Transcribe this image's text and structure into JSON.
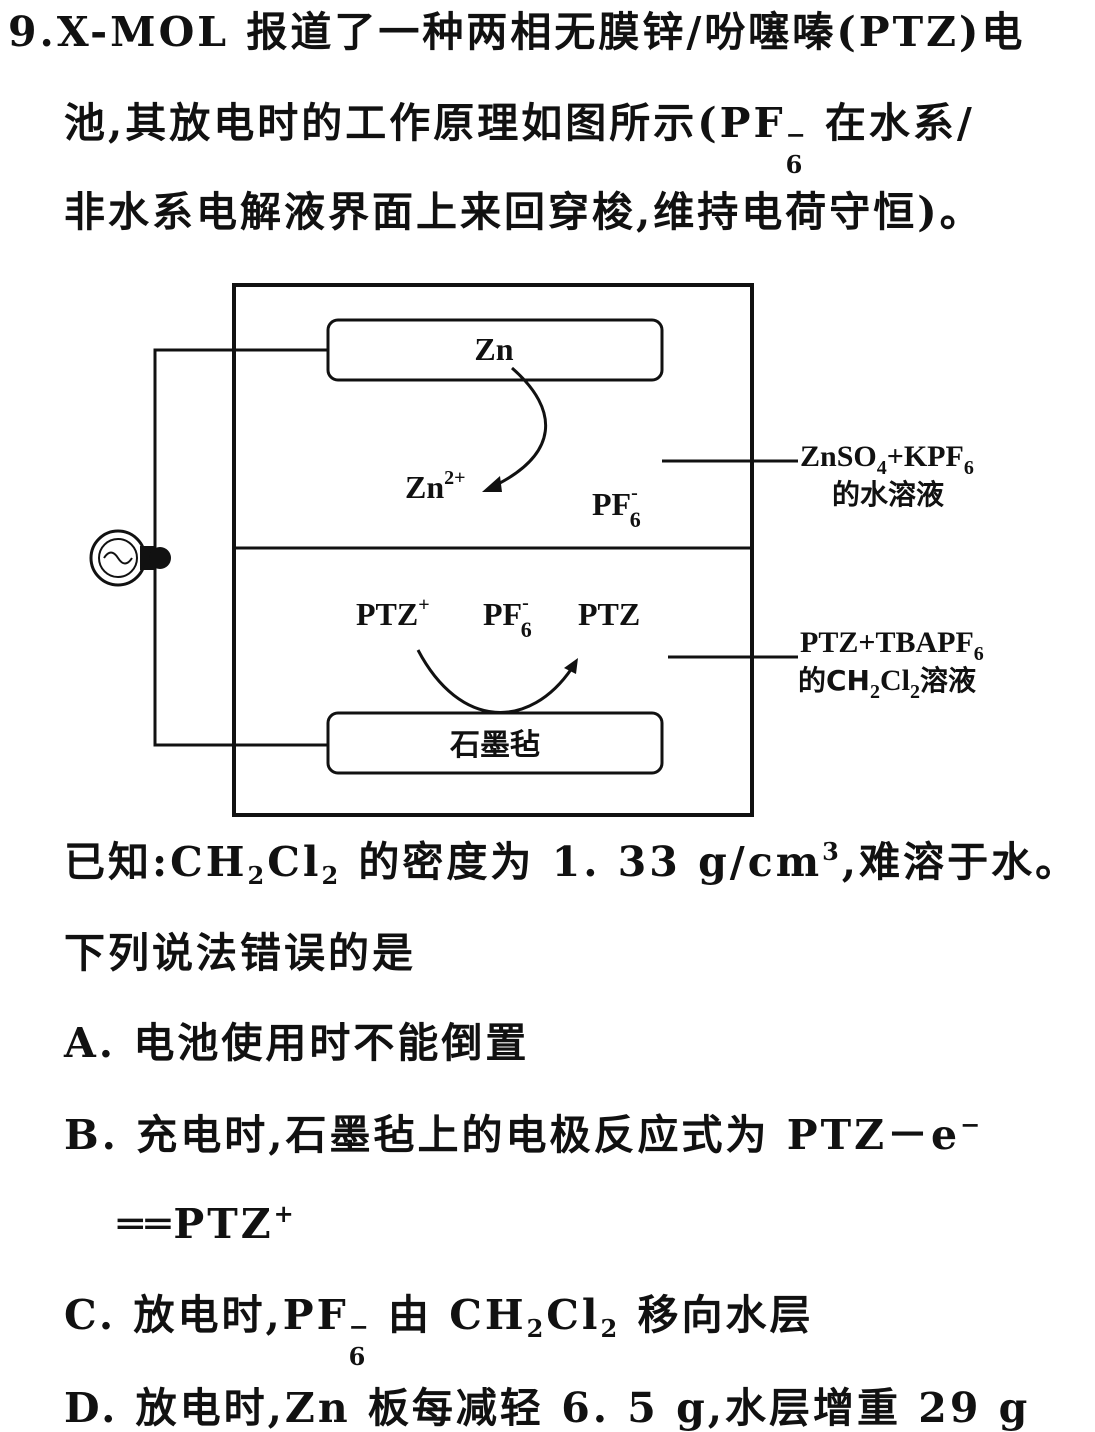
{
  "question": {
    "number": "9.",
    "stem_line1": "X-MOL 报道了一种两相无膜锌/吩噻嗪(PTZ)电",
    "stem_line2_a": "池,其放电时的工作原理如图所示(PF",
    "stem_line2_b": " 在水系/",
    "stem_line3": "非水系电解液界面上来回穿梭,维持电荷守恒)。",
    "known_a": "已知:CH",
    "known_b": "Cl",
    "known_c": " 的密度为 1. 33 g/cm",
    "known_d": ",难溶于水。",
    "prompt": "下列说法错误的是",
    "option_a": "A. 电池使用时不能倒置",
    "option_b_line1": "B. 充电时,石墨毡上的电极反应式为 PTZ－e",
    "option_b_line2": "══PTZ",
    "option_c_a": "C. 放电时,PF",
    "option_c_b": " 由 CH",
    "option_c_c": "Cl",
    "option_c_d": " 移向水层",
    "option_d": "D. 放电时,Zn 板每减轻 6. 5 g,水层增重 29 g"
  },
  "sub_six": "6",
  "sub_two": "2",
  "sup_three": "3",
  "sup_minus": "−",
  "sup_plus": "+",
  "diagram": {
    "electrode_top": "Zn",
    "zn_ion": "Zn",
    "zn_ion_charge": "2+",
    "pf6_top_a": "PF",
    "pf6_top_charge": "-",
    "pf6_top_sub": "6",
    "ptz_plus": "PTZ",
    "ptz_plus_charge": "+",
    "pf6_bottom_a": "PF",
    "pf6_bottom_charge": "-",
    "pf6_bottom_sub": "6",
    "ptz": "PTZ",
    "electrode_bottom": "石墨毡",
    "label_top_a": "ZnSO",
    "label_top_sub1": "4",
    "label_top_b": "+KPF",
    "label_top_sub2": "6",
    "label_top_line2": "的水溶液",
    "label_bottom_line1_a": "PTZ+TBAPF",
    "label_bottom_line1_sub": "6",
    "label_bottom_line2_a": "的CH",
    "label_bottom_line2_sub1": "2",
    "label_bottom_line2_b": "Cl",
    "label_bottom_line2_sub2": "2",
    "label_bottom_line2_c": "溶液"
  }
}
